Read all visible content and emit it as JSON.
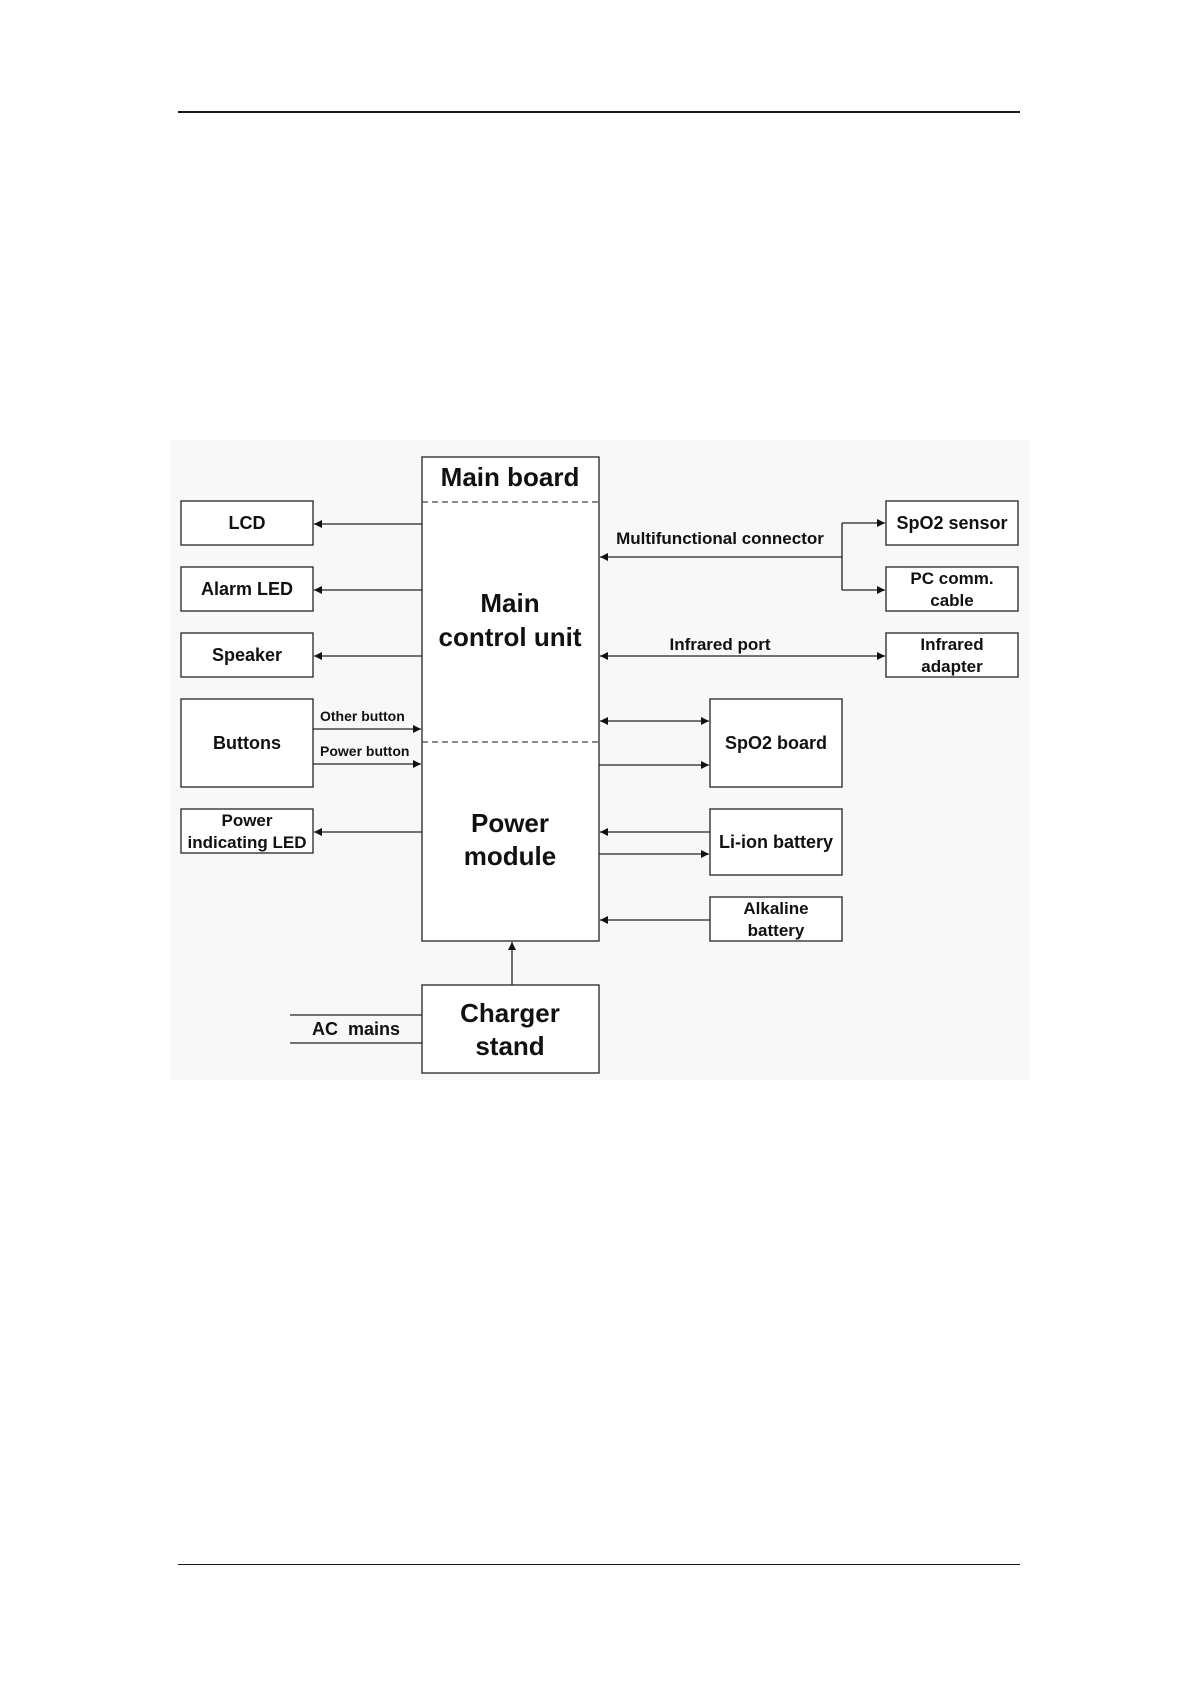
{
  "diagram": {
    "main_board": "Main board",
    "main_control_unit": [
      "Main",
      "control unit"
    ],
    "power_module": [
      "Power",
      "module"
    ],
    "charger_stand": [
      "Charger",
      "stand"
    ],
    "lcd": "LCD",
    "alarm_led": "Alarm LED",
    "speaker": "Speaker",
    "buttons": "Buttons",
    "other_button": "Other button",
    "power_button": "Power button",
    "power_indicating_led": [
      "Power",
      "indicating LED"
    ],
    "multifunctional_connector": "Multifunctional connector",
    "spo2_sensor": "SpO2 sensor",
    "pc_comm_cable": [
      "PC comm.",
      "cable"
    ],
    "infrared_port": "Infrared port",
    "infrared_adapter": [
      "Infrared",
      "adapter"
    ],
    "spo2_board": "SpO2 board",
    "li_ion_battery": "Li-ion battery",
    "alkaline_battery": [
      "Alkaline",
      "battery"
    ],
    "ac_mains": "AC  mains"
  },
  "colors": {
    "stroke": "#222222",
    "background": "#f8f8f8"
  }
}
